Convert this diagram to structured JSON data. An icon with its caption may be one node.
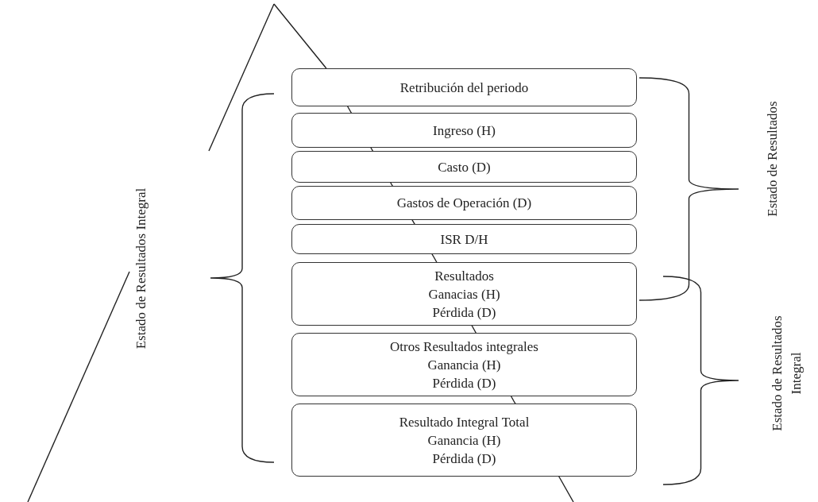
{
  "diagram": {
    "nodes": [
      {
        "text": [
          "Retribución del periodo"
        ]
      },
      {
        "text": [
          "Ingreso (H)"
        ]
      },
      {
        "text": [
          "Casto (D)"
        ]
      },
      {
        "text": [
          "Gastos de Operación  (D)"
        ]
      },
      {
        "text": [
          "ISR D/H"
        ]
      },
      {
        "text": [
          "Resultados",
          "Ganacias (H)",
          "Pérdida (D)"
        ]
      },
      {
        "text": [
          "Otros Resultados integrales",
          "Ganancia (H)",
          "Pérdida (D)"
        ]
      },
      {
        "text": [
          "Resultado Integral Total",
          "Ganancia (H)",
          "Pérdida (D)"
        ]
      }
    ],
    "labels": [
      "Estado de Resultados Integral",
      "Estado de Resultados",
      "Estado de Resultados Integral"
    ]
  }
}
